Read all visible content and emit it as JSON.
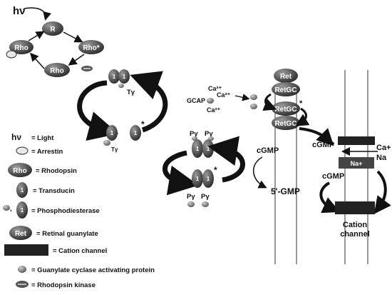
{
  "photon": "hν",
  "rho_cycle": {
    "r": "R",
    "rho_arrestin": "Rho",
    "rho_active": "Rho*",
    "rho_phos": "Rho"
  },
  "transducin": {
    "t_gamma_top": "Tγ",
    "t_gamma_bottom": "Tγ",
    "star": "*"
  },
  "pde": {
    "p_gamma_left_top": "Pγ",
    "p_gamma_right_top": "Pγ",
    "p_gamma_left_bottom": "Pγ",
    "p_gamma_right_bottom": "Pγ",
    "star": "*"
  },
  "calcium": {
    "ca_top": "Ca²⁺",
    "ca_mid": "Ca²⁺",
    "ca_bottom": "Ca²⁺",
    "gcap": "GCAP"
  },
  "retgc": {
    "ret": "Ret",
    "retgc1": "RetGC",
    "retgc2": "RetGC",
    "retgc2_star": "*",
    "retgc3": "RetGC"
  },
  "cgmp": {
    "left": "cGMP",
    "five_gmp": "5'-GMP",
    "right_top": "cGMP",
    "right_bottom": "cGMP"
  },
  "channel": {
    "na_box": "Na+",
    "ca_na": "Ca+",
    "na": "Na",
    "label_line1": "Cation",
    "label_line2": "channel"
  },
  "legend": [
    {
      "symbol": "hν",
      "text": "= Light"
    },
    {
      "text": "= Arrestin"
    },
    {
      "symbol": "Rho",
      "text": "= Rhodopsin"
    },
    {
      "text": "= Transducin"
    },
    {
      "text": "= Phosphodiesterase"
    },
    {
      "symbol": "Ret",
      "text": "= Retinal guanylate"
    },
    {
      "text": "= Cation channel"
    },
    {
      "text": "= Guanylate cyclase activating protein"
    },
    {
      "text": "= Rhodopsin kinase"
    }
  ],
  "colors": {
    "dark": "#3a3a3a",
    "grey": "#8a8a8a",
    "light": "#d8d8d8"
  }
}
